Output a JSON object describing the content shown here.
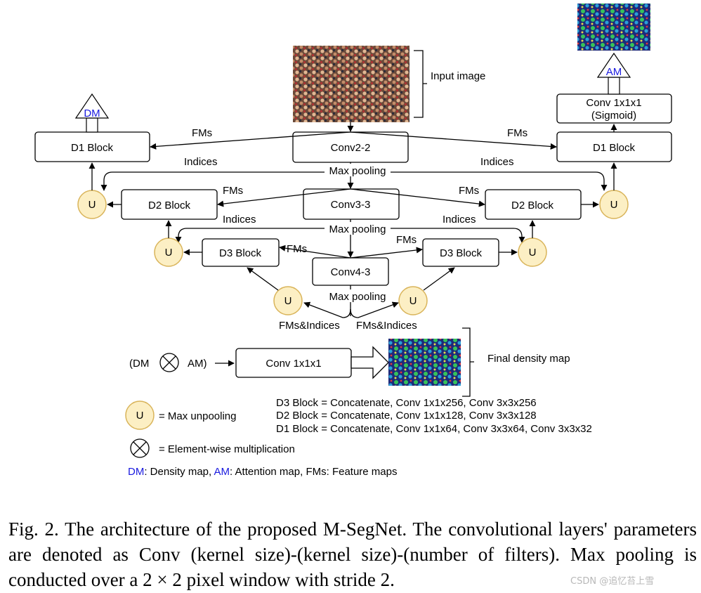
{
  "input": {
    "label": "Input image"
  },
  "encoder": {
    "conv22": "Conv2-2",
    "conv33": "Conv3-3",
    "conv43": "Conv4-3"
  },
  "decoder_left": {
    "d1": "D1 Block",
    "d2": "D2 Block",
    "d3": "D3 Block",
    "dm": "DM"
  },
  "decoder_right": {
    "d1": "D1 Block",
    "d2": "D2 Block",
    "d3": "D3 Block",
    "conv_l1": "Conv 1x1x1",
    "conv_l2": "(Sigmoid)",
    "am": "AM"
  },
  "labels": {
    "fms": "FMs",
    "indices": "Indices",
    "maxpool": "Max pooling",
    "fms_indices": "FMs&Indices",
    "u": "U"
  },
  "final": {
    "dm": "(DM",
    "am": "AM)",
    "conv": "Conv 1x1x1",
    "label": "Final density map"
  },
  "defs": {
    "d3": "D3 Block = Concatenate, Conv 1x1x256, Conv 3x3x256",
    "d2": "D2 Block = Concatenate, Conv 1x1x128, Conv 3x3x128",
    "d1": "D1 Block = Concatenate, Conv 1x1x64, Conv 3x3x64, Conv 3x3x32"
  },
  "legend": {
    "unpool": "= Max unpooling",
    "mult": "= Element-wise multiplication",
    "dm_key": "DM",
    "dm_text": ": Density map, ",
    "am_key": "AM",
    "am_text": ": Attention map, FMs: Feature maps"
  },
  "caption": "Fig. 2.  The architecture of the proposed M-SegNet. The convolutional layers' parameters are denoted as Conv (kernel size)-(kernel size)-(number of filters). Max pooling is conducted over a 2 × 2 pixel window with stride 2.",
  "watermark": "CSDN @追忆苔上雪",
  "colors": {
    "accent_blue": "#1a1adf",
    "unpool_fill": "#fcefc4",
    "unpool_stroke": "#d9b45a"
  }
}
